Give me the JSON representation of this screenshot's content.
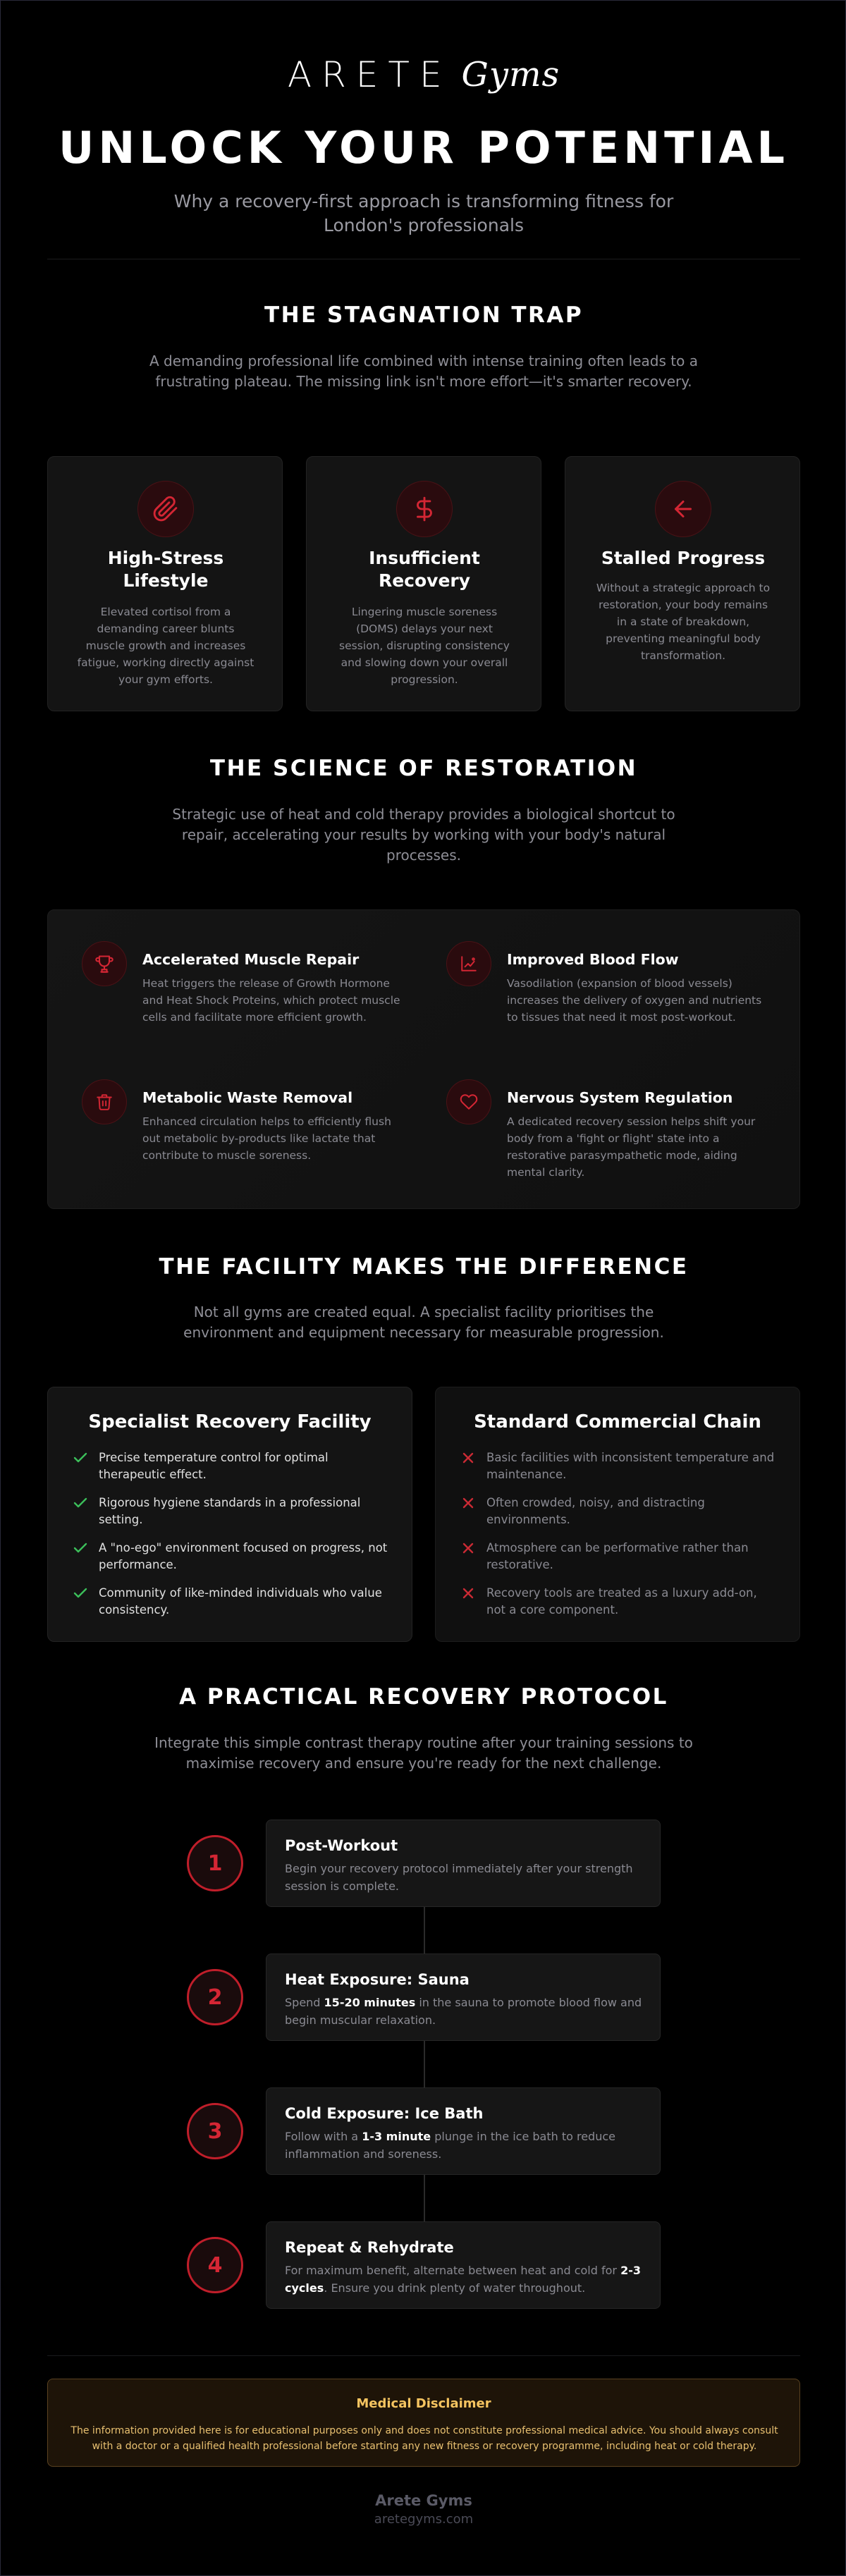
{
  "brand": {
    "wordmark": "ARETE",
    "script": "Gyms"
  },
  "hero": {
    "title": "UNLOCK YOUR POTENTIAL",
    "subtitle": "Why a recovery-first approach is transforming fitness for London's professionals"
  },
  "stagnation": {
    "title": "THE STAGNATION TRAP",
    "description": "A demanding professional life combined with intense training often leads to a frustrating plateau. The missing link isn't more effort—it's smarter recovery.",
    "cards": [
      {
        "icon": "paperclip-icon",
        "title": "High-Stress Lifestyle",
        "text": "Elevated cortisol from a demanding career blunts muscle growth and increases fatigue, working directly against your gym efforts."
      },
      {
        "icon": "dollar-icon",
        "title": "Insufficient Recovery",
        "text": "Lingering muscle soreness (DOMS) delays your next session, disrupting consistency and slowing down your overall progression."
      },
      {
        "icon": "arrow-left-icon",
        "title": "Stalled Progress",
        "text": "Without a strategic approach to restoration, your body remains in a state of breakdown, preventing meaningful body transformation."
      }
    ]
  },
  "science": {
    "title": "THE SCIENCE OF RESTORATION",
    "description": "Strategic use of heat and cold therapy provides a biological shortcut to repair, accelerating your results by working with your body's natural processes.",
    "items": [
      {
        "icon": "trophy-icon",
        "title": "Accelerated Muscle Repair",
        "text": "Heat triggers the release of Growth Hormone and Heat Shock Proteins, which protect muscle cells and facilitate more efficient growth."
      },
      {
        "icon": "chart-icon",
        "title": "Improved Blood Flow",
        "text": "Vasodilation (expansion of blood vessels) increases the delivery of oxygen and nutrients to tissues that need it most post-workout."
      },
      {
        "icon": "trash-icon",
        "title": "Metabolic Waste Removal",
        "text": "Enhanced circulation helps to efficiently flush out metabolic by-products like lactate that contribute to muscle soreness."
      },
      {
        "icon": "heart-icon",
        "title": "Nervous System Regulation",
        "text": "A dedicated recovery session helps shift your body from a 'fight or flight' state into a restorative parasympathetic mode, aiding mental clarity."
      }
    ]
  },
  "facility": {
    "title": "THE FACILITY MAKES THE DIFFERENCE",
    "description": "Not all gyms are created equal. A specialist facility prioritises the environment and equipment necessary for measurable progression.",
    "specialist": {
      "title": "Specialist Recovery Facility",
      "items": [
        "Precise temperature control for optimal therapeutic effect.",
        "Rigorous hygiene standards in a professional setting.",
        "A \"no-ego\" environment focused on progress, not performance.",
        "Community of like-minded individuals who value consistency."
      ]
    },
    "standard": {
      "title": "Standard Commercial Chain",
      "items": [
        "Basic facilities with inconsistent temperature and maintenance.",
        "Often crowded, noisy, and distracting environments.",
        "Atmosphere can be performative rather than restorative.",
        "Recovery tools are treated as a luxury add-on, not a core component."
      ]
    }
  },
  "protocol": {
    "title": "A PRACTICAL RECOVERY PROTOCOL",
    "description": "Integrate this simple contrast therapy routine after your training sessions to maximise recovery and ensure you're ready for the next challenge.",
    "steps": [
      {
        "number": "1",
        "title": "Post-Workout",
        "pre": "Begin your recovery protocol immediately after your strength session is complete.",
        "bold": "",
        "post": ""
      },
      {
        "number": "2",
        "title": "Heat Exposure: Sauna",
        "pre": "Spend ",
        "bold": "15-20 minutes",
        "post": " in the sauna to promote blood flow and begin muscular relaxation."
      },
      {
        "number": "3",
        "title": "Cold Exposure: Ice Bath",
        "pre": "Follow with a ",
        "bold": "1-3 minute",
        "post": " plunge in the ice bath to reduce inflammation and soreness."
      },
      {
        "number": "4",
        "title": "Repeat & Rehydrate",
        "pre": "For maximum benefit, alternate between heat and cold for ",
        "bold": "2-3 cycles",
        "post": ". Ensure you drink plenty of water throughout."
      }
    ]
  },
  "disclaimer": {
    "title": "Medical Disclaimer",
    "text": "The information provided here is for educational purposes only and does not constitute professional medical advice. You should always consult with a doctor or a qualified health professional before starting any new fitness or recovery programme, including heat or cold therapy."
  },
  "footer": {
    "name": "Arete Gyms",
    "url": "aretegyms.com"
  },
  "colors": {
    "accent": "#d42634",
    "check": "#3cbf5a",
    "background": "#000000",
    "disclaimer": "#f5c460"
  }
}
